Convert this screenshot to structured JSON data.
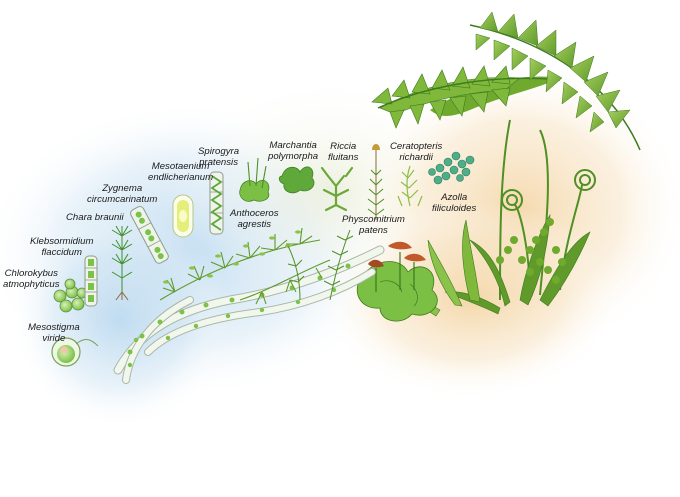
{
  "colors": {
    "algae_green": "#7cc24a",
    "algae_dark": "#3f8f2a",
    "cell_wall": "#8f9a8c",
    "fern_green": "#6faa2e",
    "fern_dark": "#3e7a1f",
    "frond_light": "#a6cf5e",
    "blue_glow": "#b9d8ef",
    "orange_glow": "#f3d3a0",
    "moss_yellow": "#c6d98a",
    "sporophyte_brown": "#c05a2a"
  },
  "icons": [
    "algal-cell-icon",
    "filament-icon",
    "moss-icon",
    "liverwort-icon",
    "fern-frond-icon",
    "fiddlehead-icon",
    "aquatic-fern-icon"
  ],
  "labels": {
    "mesostigma": {
      "line1": "Mesostigma",
      "line2": "viride"
    },
    "chlorokybus": {
      "line1": "Chlorokybus",
      "line2": "atmophyticus"
    },
    "klebsormidium": {
      "line1": "Klebsormidium",
      "line2": "flaccidum"
    },
    "chara": {
      "line1": "Chara braunii"
    },
    "zygnema": {
      "line1": "Zygnema",
      "line2": "circumcarinatum"
    },
    "mesotaenium": {
      "line1": "Mesotaenium",
      "line2": "endlicherianum"
    },
    "spirogyra": {
      "line1": "Spirogyra",
      "line2": "pratensis"
    },
    "anthoceros": {
      "line1": "Anthoceros",
      "line2": "agrestis"
    },
    "marchantia": {
      "line1": "Marchantia",
      "line2": "polymorpha"
    },
    "riccia": {
      "line1": "Riccia",
      "line2": "fluitans"
    },
    "physcomitrium": {
      "line1": "Physcomitrium",
      "line2": "patens"
    },
    "ceratopteris": {
      "line1": "Ceratopteris",
      "line2": "richardii"
    },
    "azolla": {
      "line1": "Azolla",
      "line2": "filiculoides"
    }
  }
}
